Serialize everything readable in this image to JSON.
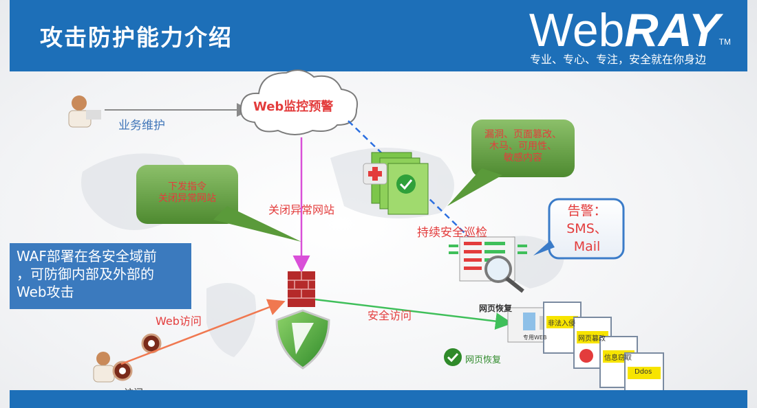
{
  "header": {
    "title": "攻击防护能力介绍",
    "brand_prefix": "Web",
    "brand_suffix": "RAY",
    "tm": "TM",
    "slogan": "专业、专心、专注，安全就在你身边"
  },
  "diagram": {
    "cloud_label": "Web监控预警",
    "business_label": "业务维护",
    "command_bubble_line1": "下发指令",
    "command_bubble_line2": "关闭异常网站",
    "close_site_label": "关闭异常网站",
    "vuln_bubble_line1": "漏洞、页面篡改、",
    "vuln_bubble_line2": "木马、可用性、",
    "vuln_bubble_line3": "敏感内容",
    "patrol_label": "持续安全巡检",
    "alert_line1": "告警：",
    "alert_line2": "SMS、",
    "alert_line3": "Mail",
    "waf_text_line1": "WAF部署在各安全域前",
    "waf_text_line2": "，可防御内部及外部的",
    "waf_text_line3": "Web攻击",
    "web_access_label": "Web访问",
    "secure_access_label": "安全访问",
    "access_label": "访问",
    "page_restore_label": "网页恢复",
    "page_restore_label2": "网页恢复",
    "server_label": "专用WEB",
    "page_tag_1": "非法入侵",
    "page_tag_2": "网页篡改",
    "page_tag_3": "信息窃取",
    "page_tag_4": "Ddos"
  },
  "colors": {
    "header_blue": "#1d6fb8",
    "bubble_green": "#5a9a3a",
    "alert_blue": "#3a7bc8",
    "label_red": "#e33c3c",
    "arrow_blue": "#2b6fe0",
    "arrow_pink": "#d94fd8",
    "arrow_green": "#3fbf5a",
    "arrow_orange": "#f07850"
  }
}
